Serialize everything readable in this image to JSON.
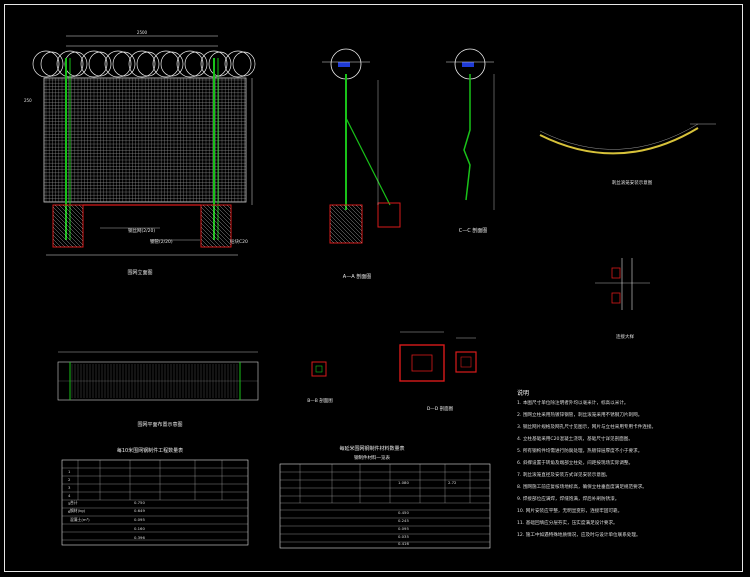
{
  "drawing": {
    "background": "#000000",
    "colors": {
      "frame": "#e6e6e6",
      "mesh": "#cfcfcf",
      "post": "#19c219",
      "foundation": "#d81a1a",
      "dimension": "#e0e0e0",
      "razor_wire": "#f0f0f0",
      "cap": "#1f3bd6",
      "curve": "#d7c23a"
    },
    "views": {
      "elevation": {
        "title": "围网立面图",
        "dimension_top": "2500",
        "label_left": "250",
        "callout_1": "钢丝网(2/20)",
        "callout_2": "钢管(2/20)",
        "callout_3": "砼块C20"
      },
      "section_aa": {
        "title": "A—A 剖面图"
      },
      "section_cc": {
        "title": "C—C 剖面图"
      },
      "razor_detail": {
        "title": "刺丝滚笼安装示意图"
      },
      "joint_detail": {
        "title": "连接大样"
      },
      "plan_view": {
        "title": "围网平面布置示意图"
      },
      "section_bb": {
        "title": "B—B 剖面图"
      },
      "section_dd": {
        "title": "D—D 剖面图"
      }
    },
    "notes": {
      "title": "说明",
      "lines": [
        "1. 本图尺寸单位除注明者外均以毫米计，标高以米计。",
        "2. 围网立柱采用热镀锌钢管，刺丝滚笼采用不锈钢刀片刺网。",
        "3. 钢丝网片规格及网孔尺寸见图示，网片与立柱采用专用卡件连接。",
        "4. 立柱基础采用C20混凝土浇筑，基础尺寸详见剖面图。",
        "5. 所有钢构件均需进行防腐处理，热镀锌层厚度不小于要求。",
        "6. 斜撑设置于转角及端部立柱处，间距按现场实际调整。",
        "7. 刺丝滚笼直径及安装方式详见安装示意图。",
        "8. 围网施工前应复核场地标高，确保立柱垂直度满足规范要求。",
        "9. 焊接部位应满焊，焊缝饱满，焊后补刷防锈漆。",
        "10. 网片安装应平整，无明显变形，连接牢固可靠。",
        "11. 基础回填应分层夯实，压实度满足设计要求。",
        "12. 施工中如遇特殊地质情况，应及时与设计单位联系处理。"
      ]
    },
    "tables": {
      "left": {
        "title": "每10米围网钢制件工程数量表",
        "rows": [
          "1",
          "2",
          "3",
          "4",
          "5",
          "6"
        ],
        "totals": [
          "合计",
          "钢材(kg)",
          "混凝土(m³)"
        ],
        "values": [
          "0.750",
          "0.649",
          "0.095",
          "0.160",
          "0.396"
        ]
      },
      "right": {
        "title": "每延米围网钢制件材料数量表",
        "subtitle": "钢制件材料一览表",
        "values": [
          "1.080",
          "2.72",
          "0.450",
          "0.245",
          "0.095",
          "0.035",
          "0.416"
        ]
      }
    }
  }
}
